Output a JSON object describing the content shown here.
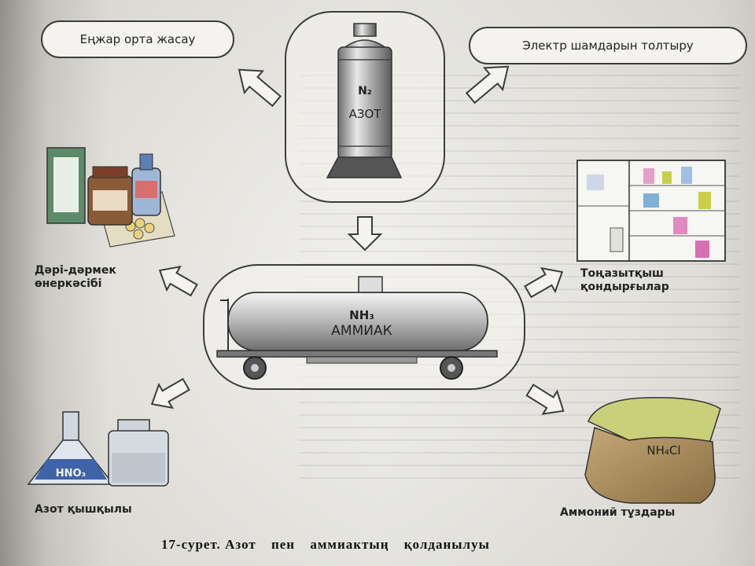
{
  "top_left_label": "Еңжар орта жасау",
  "top_right_label": "Электр шамдарын толтыру",
  "cylinder": {
    "formula": "N₂",
    "name": "АЗОТ"
  },
  "tank": {
    "formula": "NH₃",
    "name": "АММИАК"
  },
  "uses": {
    "pharma": "Дәрі-дәрмек өнеркәсібі",
    "fridge": "Тоңазытқыш қондырғылар",
    "acid": "Азот қышқылы",
    "salts": "Аммоний тұздары"
  },
  "flask_label": "HNO₃",
  "sack_label": "NH₄Cl",
  "caption": {
    "number": "17-сурет.",
    "text": "Азот пен аммиактың қолданылуы"
  },
  "colors": {
    "outline": "#3c3c3c",
    "arrow_fill": "#f4f3ef",
    "sack": "#b59a68",
    "sack_top": "#c9d07a",
    "flask_liquid": "#3f63a8"
  }
}
